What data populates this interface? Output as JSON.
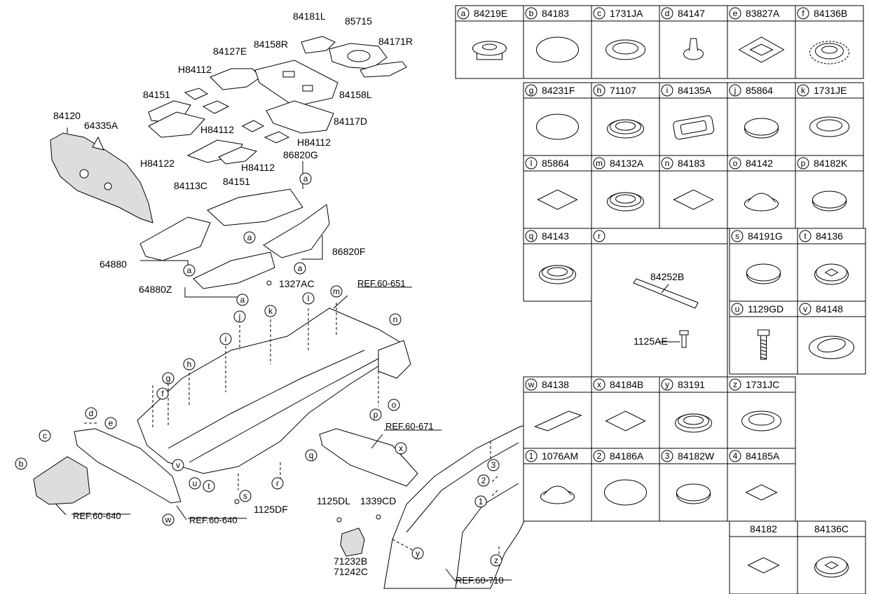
{
  "diagram": {
    "labels": {
      "l84181L": "84181L",
      "l85715": "85715",
      "l84127E": "84127E",
      "l84158R": "84158R",
      "l84171R": "84171R",
      "lH84112a": "H84112",
      "l84151a": "84151",
      "l84158L": "84158L",
      "l84120": "84120",
      "l64335A": "64335A",
      "l84117D": "84117D",
      "lH84112b": "H84112",
      "lH84122": "H84122",
      "lH84112c": "H84112",
      "l86820G": "86820G",
      "lH84112d": "H84112",
      "l84113C": "84113C",
      "l84151b": "84151",
      "l64880": "64880",
      "l86820F": "86820F",
      "l64880Z": "64880Z",
      "l1327AC": "1327AC",
      "l1125DF": "1125DF",
      "l1125DL": "1125DL",
      "l1339CD": "1339CD",
      "l71232B": "71232B",
      "l71242C": "71242C"
    },
    "refs": {
      "r651": "REF.60-651",
      "r671": "REF.60-671",
      "r640a": "REF.60-640",
      "r640b": "REF.60-640",
      "r710": "REF.60-710"
    },
    "callouts": [
      "a",
      "b",
      "c",
      "d",
      "e",
      "f",
      "g",
      "h",
      "i",
      "j",
      "k",
      "l",
      "m",
      "n",
      "o",
      "p",
      "q",
      "r",
      "s",
      "t",
      "u",
      "v",
      "w",
      "x",
      "y",
      "z",
      "1",
      "2",
      "3",
      "4"
    ]
  },
  "legend": {
    "cells": [
      {
        "key": "a",
        "part": "84219E"
      },
      {
        "key": "b",
        "part": "84183"
      },
      {
        "key": "c",
        "part": "1731JA"
      },
      {
        "key": "d",
        "part": "84147"
      },
      {
        "key": "e",
        "part": "83827A"
      },
      {
        "key": "f",
        "part": "84136B"
      },
      {
        "key": "g",
        "part": "84231F"
      },
      {
        "key": "h",
        "part": "71107"
      },
      {
        "key": "i",
        "part": "84135A"
      },
      {
        "key": "j",
        "part": "85864"
      },
      {
        "key": "k",
        "part": "1731JE"
      },
      {
        "key": "l",
        "part": "85864"
      },
      {
        "key": "m",
        "part": "84132A"
      },
      {
        "key": "n",
        "part": "84183"
      },
      {
        "key": "o",
        "part": "84142"
      },
      {
        "key": "p",
        "part": "84182K"
      },
      {
        "key": "q",
        "part": "84143"
      },
      {
        "key": "r",
        "part": ""
      },
      {
        "key": "s",
        "part": "84191G"
      },
      {
        "key": "t",
        "part": "84136"
      },
      {
        "key": "u",
        "part": "1129GD"
      },
      {
        "key": "v",
        "part": "84148"
      },
      {
        "key": "w",
        "part": "84138"
      },
      {
        "key": "x",
        "part": "84184B"
      },
      {
        "key": "y",
        "part": "83191"
      },
      {
        "key": "z",
        "part": "1731JC"
      },
      {
        "key": "1",
        "part": "1076AM"
      },
      {
        "key": "2",
        "part": "84186A"
      },
      {
        "key": "3",
        "part": "84182W"
      },
      {
        "key": "4",
        "part": "84185A"
      },
      {
        "key": "",
        "part": "84182"
      },
      {
        "key": "",
        "part": "84136C"
      }
    ],
    "r_sub": {
      "upper": "84252B",
      "lower": "1125AE"
    }
  }
}
